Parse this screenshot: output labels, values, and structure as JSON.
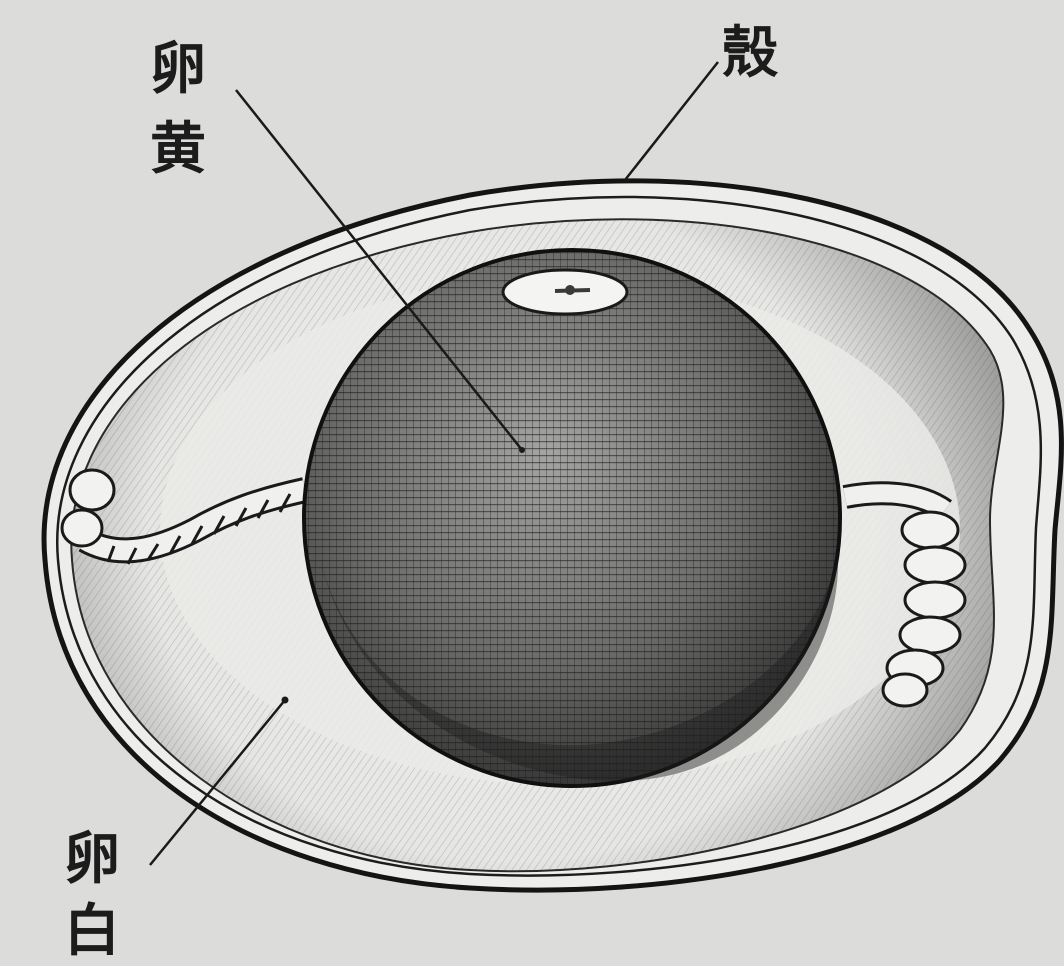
{
  "labels": {
    "shell": "殼",
    "yolk": [
      "卵",
      "黄"
    ],
    "albumen": [
      "卵",
      "白"
    ]
  },
  "colors": {
    "paper": "#dcdcda",
    "ink": "#1c1c1c",
    "yolk_mid": "#7a7a7a",
    "yolk_dark": "#2a2a2a",
    "albumen_light": "#eeeeec",
    "albumen_dark": "#4a4a4a"
  }
}
